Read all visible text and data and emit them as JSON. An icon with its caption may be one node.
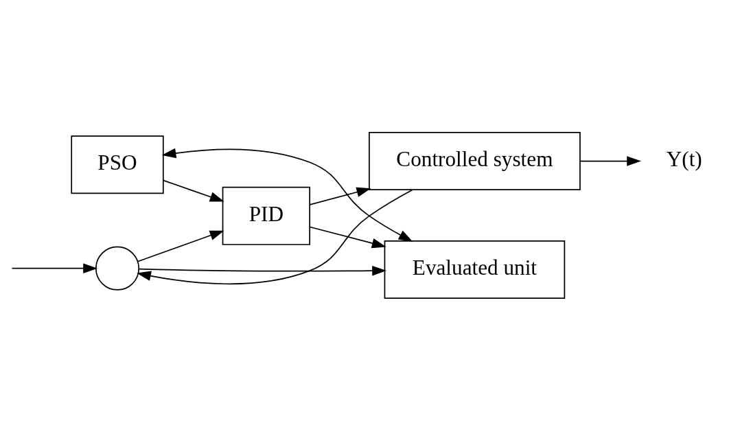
{
  "diagram": {
    "nodes": [
      {
        "text": [],
        "shape": "circle"
      },
      {
        "text": [
          "PSO"
        ]
      },
      {
        "text": [
          "PID"
        ]
      },
      {
        "text": [
          "Evaluated unit"
        ]
      },
      {
        "text": [
          "Controlled system"
        ]
      },
      {
        "text": [
          "Y(t)"
        ]
      }
    ],
    "edges": [
      {
        "from": null,
        "to": 0,
        "arrow": "to"
      },
      {
        "from": 0,
        "to": 2,
        "arrow": "to"
      },
      {
        "from": 0,
        "to": 3,
        "arrow": "to"
      },
      {
        "from": 1,
        "to": 3,
        "arrow": "both"
      },
      {
        "from": 1,
        "to": 2,
        "arrow": "to"
      },
      {
        "from": 2,
        "to": 4,
        "arrow": "to"
      },
      {
        "from": 2,
        "to": 3,
        "arrow": "to"
      },
      {
        "from": 4,
        "to": 5,
        "arrow": "to"
      },
      {
        "from": 4,
        "to": 0,
        "arrow": "to"
      }
    ]
  }
}
